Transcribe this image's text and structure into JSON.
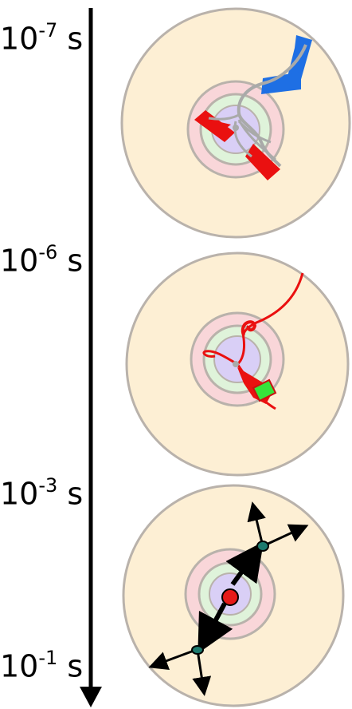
{
  "time_labels": [
    {
      "base": "10",
      "exponent": "-7",
      "unit": "s"
    },
    {
      "base": "10",
      "exponent": "-6",
      "unit": "s"
    },
    {
      "base": "10",
      "exponent": "-3",
      "unit": "s"
    },
    {
      "base": "10",
      "exponent": "-1",
      "unit": "s"
    }
  ],
  "colors": {
    "outer_ring": "#fdefd4",
    "pink_ring": "#f9d6d9",
    "green_ring": "#dff3da",
    "core": "#d9cff6",
    "ring_stroke": "#b9b2ab",
    "gray_track": "#a9aaa9",
    "blue_track": "#1e6fe4",
    "red_track": "#ea1010",
    "green_marker": "#35e33a",
    "teal_marker": "#1c7a6e",
    "red_core": "#e61a1a"
  }
}
